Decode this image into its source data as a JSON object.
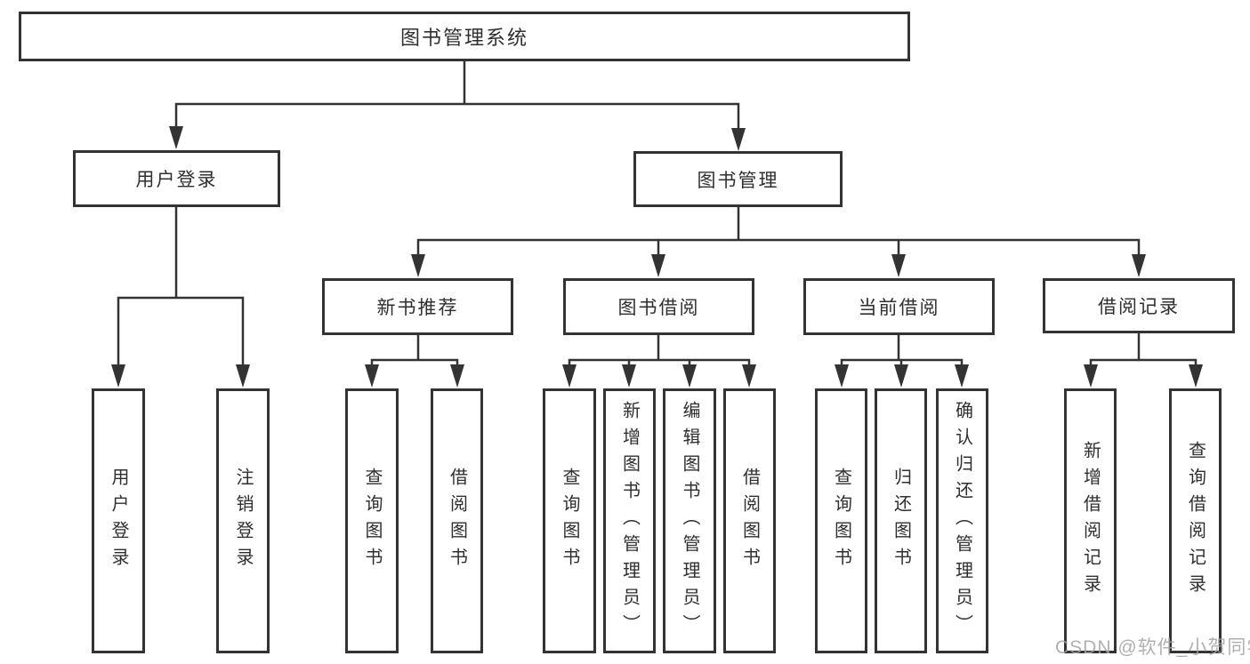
{
  "tree": {
    "root": {
      "label": "图书管理系统"
    },
    "branches": [
      {
        "label": "用户登录",
        "children": [
          {
            "label": "用户登录"
          },
          {
            "label": "注销登录"
          }
        ]
      },
      {
        "label": "图书管理",
        "children": [
          {
            "label": "新书推荐",
            "children": [
              {
                "label": "查询图书"
              },
              {
                "label": "借阅图书"
              }
            ]
          },
          {
            "label": "图书借阅",
            "children": [
              {
                "label": "查询图书"
              },
              {
                "label": "新增图书（管理员）"
              },
              {
                "label": "编辑图书（管理员）"
              },
              {
                "label": "借阅图书"
              }
            ]
          },
          {
            "label": "当前借阅",
            "children": [
              {
                "label": "查询图书"
              },
              {
                "label": "归还图书"
              },
              {
                "label": "确认归还（管理员）"
              }
            ]
          },
          {
            "label": "借阅记录",
            "children": [
              {
                "label": "新增借阅记录"
              },
              {
                "label": "查询借阅记录"
              }
            ]
          }
        ]
      }
    ]
  },
  "watermark": {
    "text": "CSDN @软件_小贺同学"
  },
  "colors": {
    "line": "#333333",
    "text": "#2f2f2f",
    "watermark": "#a3a3a3",
    "background": "#ffffff"
  }
}
